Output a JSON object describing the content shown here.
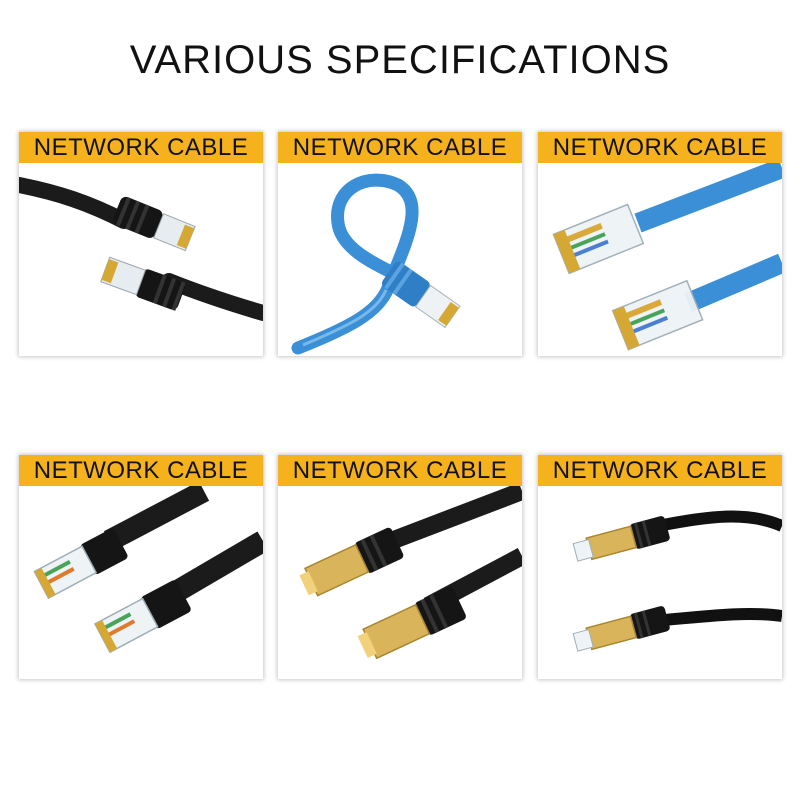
{
  "title": "VARIOUS SPECIFICATIONS",
  "colors": {
    "label_background": "#f5b21c",
    "cable_black": "#1b1b1b",
    "cable_blue": "#3a8fd6",
    "gold_shield": "#d9b45a"
  },
  "cards": [
    {
      "label": "NETWORK CABLE",
      "icon": "black-cat6-cable-icon"
    },
    {
      "label": "NETWORK CABLE",
      "icon": "blue-coiled-cable-icon"
    },
    {
      "label": "NETWORK CABLE",
      "icon": "blue-cable-clear-connectors-icon"
    },
    {
      "label": "NETWORK CABLE",
      "icon": "black-cable-clear-connectors-icon"
    },
    {
      "label": "NETWORK CABLE",
      "icon": "black-shielded-cable-icon"
    },
    {
      "label": "NETWORK CABLE",
      "icon": "flat-shielded-cable-icon"
    }
  ]
}
